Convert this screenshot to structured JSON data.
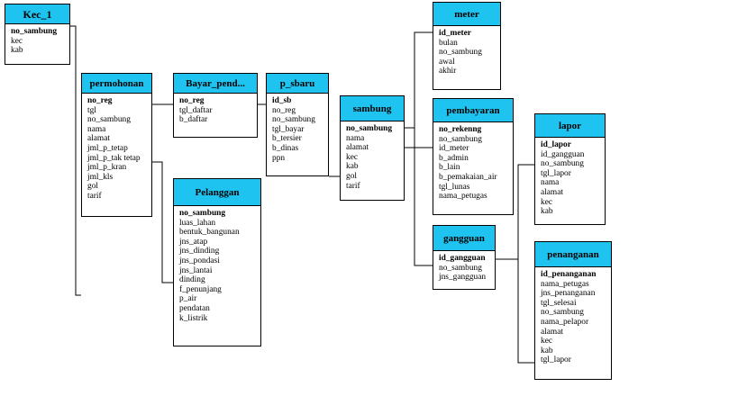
{
  "colors": {
    "header": "#1ec3f0",
    "border": "#000000",
    "background": "#ffffff"
  },
  "entities": {
    "kec1": {
      "title": "Kec_1",
      "pk": "no_sambung",
      "fields": [
        "kec",
        "kab"
      ]
    },
    "permohonan": {
      "title": "permohonan",
      "pk": "no_reg",
      "fields": [
        "tgl",
        "no_sambung",
        "nama",
        "alamat",
        "jml_p_tetap",
        "jml_p_tak tetap",
        "jml_p_kran",
        "jml_kls",
        "gol",
        "tarif"
      ]
    },
    "bayar": {
      "title": "Bayar_pend...",
      "pk": "no_reg",
      "fields": [
        "tgl_daftar",
        "b_daftar"
      ]
    },
    "psbaru": {
      "title": "p_sbaru",
      "pk": "id_sb",
      "fields": [
        "no_reg",
        "no_sambung",
        "tgl_bayar",
        "b_tersier",
        "b_dinas",
        "ppn"
      ]
    },
    "pelanggan": {
      "title": "Pelanggan",
      "pk": "no_sambung",
      "fields": [
        "luas_lahan",
        "bentuk_bangunan",
        "jns_atap",
        "jns_dinding",
        "jns_pondasi",
        "jns_lantai",
        "dinding",
        "f_penunjang",
        "p_air",
        "pendatan",
        "k_listrik"
      ]
    },
    "sambung": {
      "title": "sambung",
      "pk": "no_sambung",
      "fields": [
        "nama",
        "alamat",
        "kec",
        "kab",
        "gol",
        "tarif"
      ]
    },
    "meter": {
      "title": "meter",
      "pk": "id_meter",
      "fields": [
        "bulan",
        "no_sambung",
        "awal",
        "akhir"
      ]
    },
    "pembayaran": {
      "title": "pembayaran",
      "pk": "no_rekenng",
      "fields": [
        "no_sambung",
        "id_meter",
        "b_admin",
        "b_lain",
        "b_pemakaian_air",
        "tgl_lunas",
        "nama_petugas"
      ]
    },
    "gangguan": {
      "title": "gangguan",
      "pk": "id_gangguan",
      "fields": [
        "no_sambung",
        "jns_gangguan"
      ]
    },
    "lapor": {
      "title": "lapor",
      "pk": "id_lapor",
      "fields": [
        "id_gangguan",
        "no_sambung",
        "tgl_lapor",
        "nama",
        "alamat",
        "kec",
        "kab"
      ]
    },
    "penanganan": {
      "title": "penanganan",
      "pk": "id_penanganan",
      "fields": [
        "nama_petugas",
        "jns_penanganan",
        "tgl_selesai",
        "no_sambung",
        "nama_pelapor",
        "alamat",
        "kec",
        "kab",
        "tgl_lapor"
      ]
    }
  }
}
